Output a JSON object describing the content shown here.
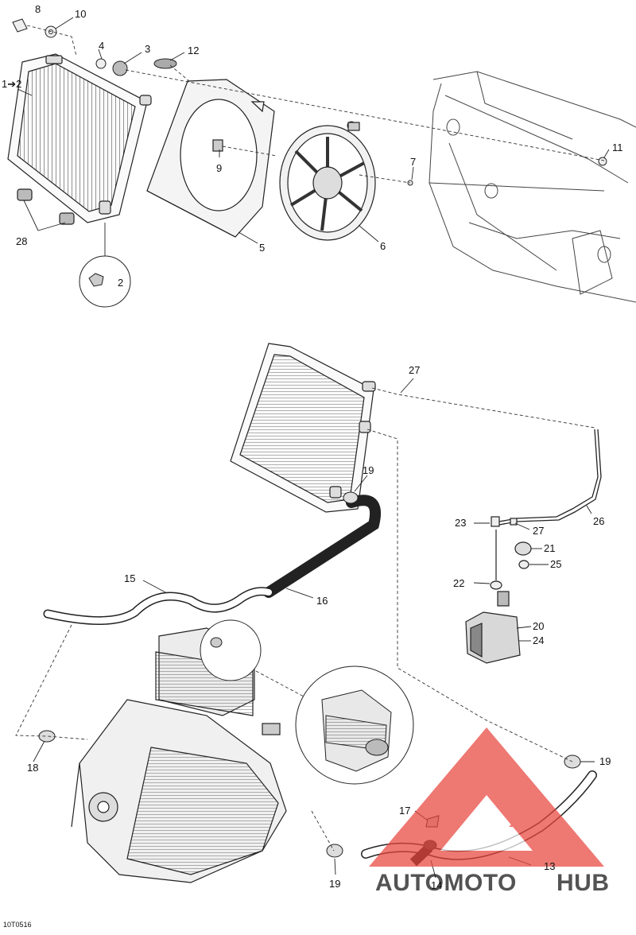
{
  "diagram": {
    "ref_code": "10T0516",
    "callouts": [
      {
        "id": "c8",
        "label": "8"
      },
      {
        "id": "c10",
        "label": "10"
      },
      {
        "id": "c4",
        "label": "4"
      },
      {
        "id": "c3",
        "label": "3"
      },
      {
        "id": "c12",
        "label": "12"
      },
      {
        "id": "c1to2",
        "label": "1➔2"
      },
      {
        "id": "c9",
        "label": "9"
      },
      {
        "id": "c7",
        "label": "7"
      },
      {
        "id": "c11",
        "label": "11"
      },
      {
        "id": "c28",
        "label": "28"
      },
      {
        "id": "c5",
        "label": "5"
      },
      {
        "id": "c6",
        "label": "6"
      },
      {
        "id": "c2",
        "label": "2"
      },
      {
        "id": "c27a",
        "label": "27"
      },
      {
        "id": "c19a",
        "label": "19"
      },
      {
        "id": "c26",
        "label": "26"
      },
      {
        "id": "c23",
        "label": "23"
      },
      {
        "id": "c27b",
        "label": "27"
      },
      {
        "id": "c21",
        "label": "21"
      },
      {
        "id": "c25",
        "label": "25"
      },
      {
        "id": "c22",
        "label": "22"
      },
      {
        "id": "c15",
        "label": "15"
      },
      {
        "id": "c16",
        "label": "16"
      },
      {
        "id": "c20",
        "label": "20"
      },
      {
        "id": "c24",
        "label": "24"
      },
      {
        "id": "c18",
        "label": "18"
      },
      {
        "id": "c19b",
        "label": "19"
      },
      {
        "id": "c17",
        "label": "17"
      },
      {
        "id": "c13",
        "label": "13"
      },
      {
        "id": "c14",
        "label": "14"
      },
      {
        "id": "c19c",
        "label": "19"
      }
    ]
  },
  "watermark": {
    "text_left": "AUTOMOTO",
    "text_right": "HUB",
    "color_red": "#e8453c",
    "color_orange": "#f5a623",
    "color_gray": "#9a9a9a"
  }
}
